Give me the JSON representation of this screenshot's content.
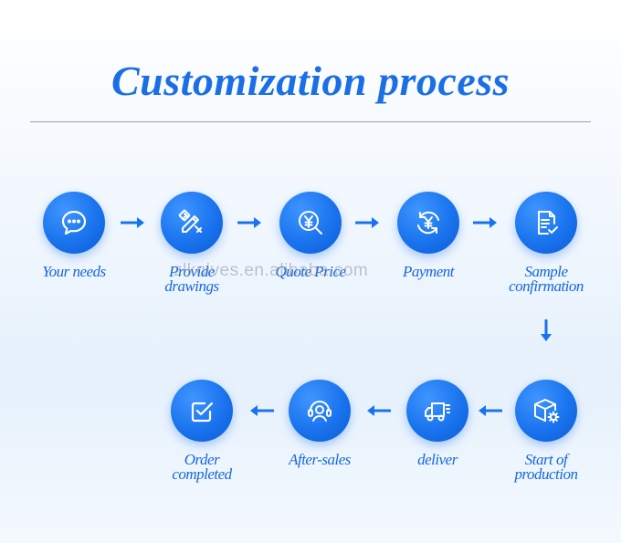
{
  "title": "Customization process",
  "watermark": "zlknives.en.alibaba.com",
  "steps": [
    {
      "label": "Your needs",
      "icon": "chat-bubble-icon"
    },
    {
      "label": "Provide\ndrawings",
      "icon": "pencil-ruler-icon"
    },
    {
      "label": "Quote Price",
      "icon": "yen-magnifier-icon"
    },
    {
      "label": "Payment",
      "icon": "yen-refresh-icon"
    },
    {
      "label": "Sample\nconfirmation",
      "icon": "document-check-icon"
    },
    {
      "label": "Start of\nproduction",
      "icon": "box-gear-icon"
    },
    {
      "label": "deliver",
      "icon": "delivery-truck-icon"
    },
    {
      "label": "After-sales",
      "icon": "headset-icon"
    },
    {
      "label": "Order\ncompleted",
      "icon": "checkbox-icon"
    }
  ],
  "colors": {
    "accent": "#1a73ee",
    "text": "#1667e0"
  }
}
